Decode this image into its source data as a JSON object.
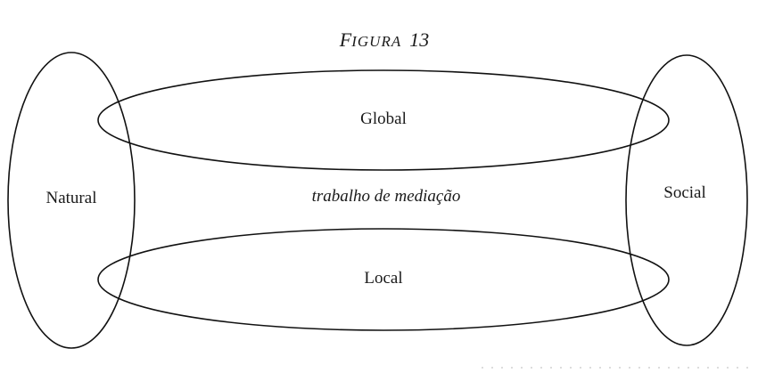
{
  "figure": {
    "title_initial": "F",
    "title_rest": "IGURA",
    "title_number": "13"
  },
  "diagram": {
    "left_label": "Natural",
    "right_label": "Social",
    "top_label": "Global",
    "bottom_label": "Local",
    "center_label": "trabalho de mediação"
  }
}
